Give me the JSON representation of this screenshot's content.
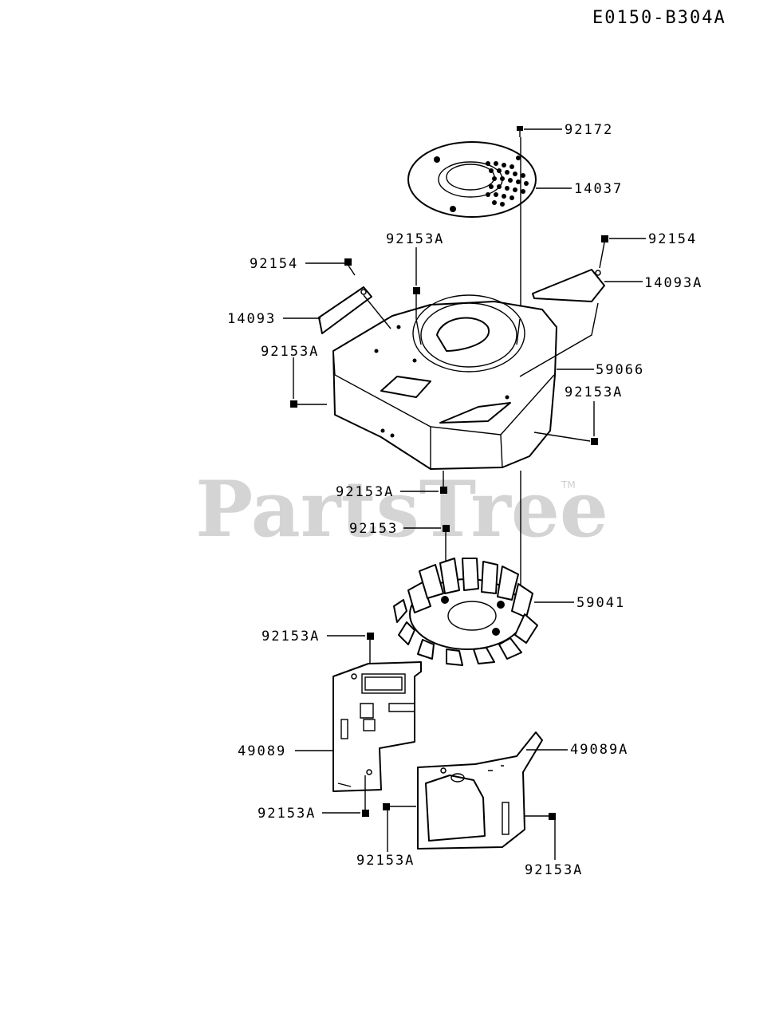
{
  "diagram_code": "E0150-B304A",
  "watermark": "PartsTree",
  "watermark_tm": "TM",
  "callouts": [
    {
      "id": "c-92172",
      "label": "92172"
    },
    {
      "id": "c-14037",
      "label": "14037"
    },
    {
      "id": "c-92154-right",
      "label": "92154"
    },
    {
      "id": "c-92153A-top",
      "label": "92153A"
    },
    {
      "id": "c-92154-left",
      "label": "92154"
    },
    {
      "id": "c-14093A",
      "label": "14093A"
    },
    {
      "id": "c-14093",
      "label": "14093"
    },
    {
      "id": "c-59066",
      "label": "59066"
    },
    {
      "id": "c-92153A-left",
      "label": "92153A"
    },
    {
      "id": "c-92153A-right",
      "label": "92153A"
    },
    {
      "id": "c-92153A-center",
      "label": "92153A"
    },
    {
      "id": "c-92153",
      "label": "92153"
    },
    {
      "id": "c-59041",
      "label": "59041"
    },
    {
      "id": "c-92153A-plate",
      "label": "92153A"
    },
    {
      "id": "c-49089",
      "label": "49089"
    },
    {
      "id": "c-49089A",
      "label": "49089A"
    },
    {
      "id": "c-92153A-lower",
      "label": "92153A"
    },
    {
      "id": "c-92153A-bottom-mid",
      "label": "92153A"
    },
    {
      "id": "c-92153A-bottom-right",
      "label": "92153A"
    }
  ]
}
